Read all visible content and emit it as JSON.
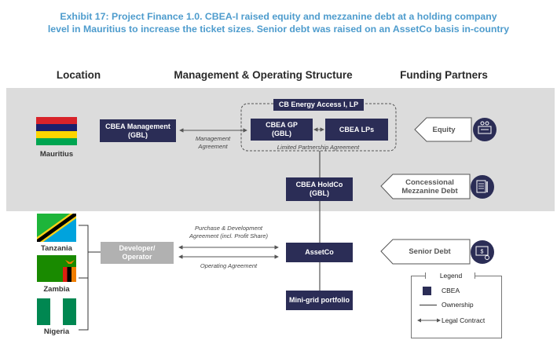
{
  "title": {
    "line1": "Exhibit 17: Project Finance 1.0. CBEA-I raised equity and mezzanine debt at a holding company",
    "line2": "level in Mauritius to increase the ticket sizes. Senior debt was raised on an AssetCo basis in-country"
  },
  "columns": {
    "location": "Location",
    "management": "Management & Operating Structure",
    "funding": "Funding Partners"
  },
  "countries": {
    "mauritius": "Mauritius",
    "tanzania": "Tanzania",
    "zambia": "Zambia",
    "nigeria": "Nigeria"
  },
  "entities": {
    "cbea_mgmt_1": "CBEA Management",
    "cbea_mgmt_2": "(GBL)",
    "fund_title": "CB Energy Access I, LP",
    "gp_1": "CBEA GP",
    "gp_2": "(GBL)",
    "lps": "CBEA LPs",
    "holdco_1": "CBEA HoldCo",
    "holdco_2": "(GBL)",
    "developer_1": "Developer/",
    "developer_2": "Operator",
    "assetco": "AssetCo",
    "portfolio": "Mini-grid portfolio"
  },
  "captions": {
    "mgmt_agreement_1": "Management",
    "mgmt_agreement_2": "Agreement",
    "lp_agreement": "Limited Partnership Agreement",
    "purchase_1": "Purchase & Development",
    "purchase_2": "Agreement (incl. Profit Share)",
    "operating": "Operating Agreement"
  },
  "funding": {
    "equity": "Equity",
    "mezz_1": "Concessional",
    "mezz_2": "Mezzanine Debt",
    "senior": "Senior Debt"
  },
  "legend": {
    "title": "Legend",
    "cbea": "CBEA",
    "ownership": "Ownership",
    "contract": "Legal Contract"
  },
  "colors": {
    "navy": "#2b2d56",
    "grey_box": "#b1b1b1",
    "band": "#dcdcdc",
    "title": "#4e9ccd"
  },
  "icons": {
    "equity": "handshake-coins-icon",
    "mezzanine": "document-pen-icon",
    "senior": "bill-coins-icon"
  }
}
